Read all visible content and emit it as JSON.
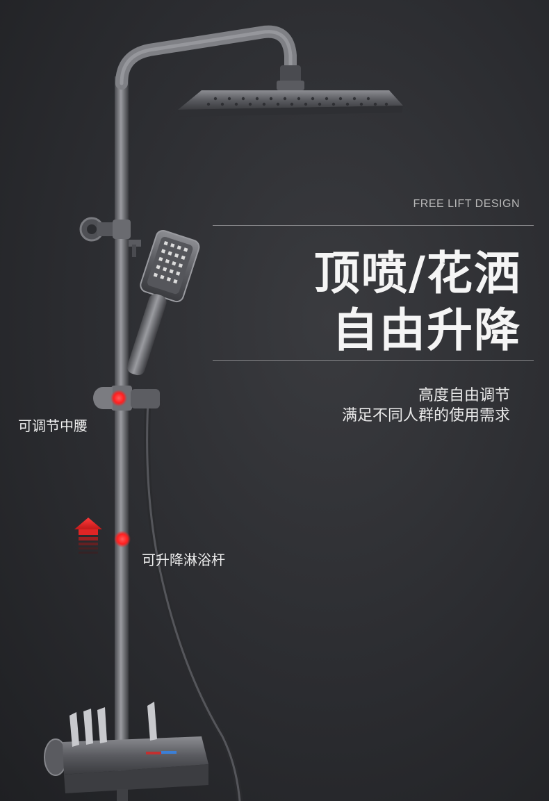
{
  "header": {
    "eyebrow": "FREE LIFT DESIGN",
    "title_line1": "顶喷/花洒",
    "title_line2": "自由升降"
  },
  "subtitle": {
    "line1": "高度自由调节",
    "line2": "满足不同人群的使用需求"
  },
  "callouts": {
    "waist": "可调节中腰",
    "rod": "可升降淋浴杆"
  },
  "colors": {
    "background": "#2b2c30",
    "marker_red": "#ff2a2a",
    "text": "#f2f2f2"
  },
  "icons": [
    "up-arrow-icon",
    "red-dot-marker"
  ]
}
